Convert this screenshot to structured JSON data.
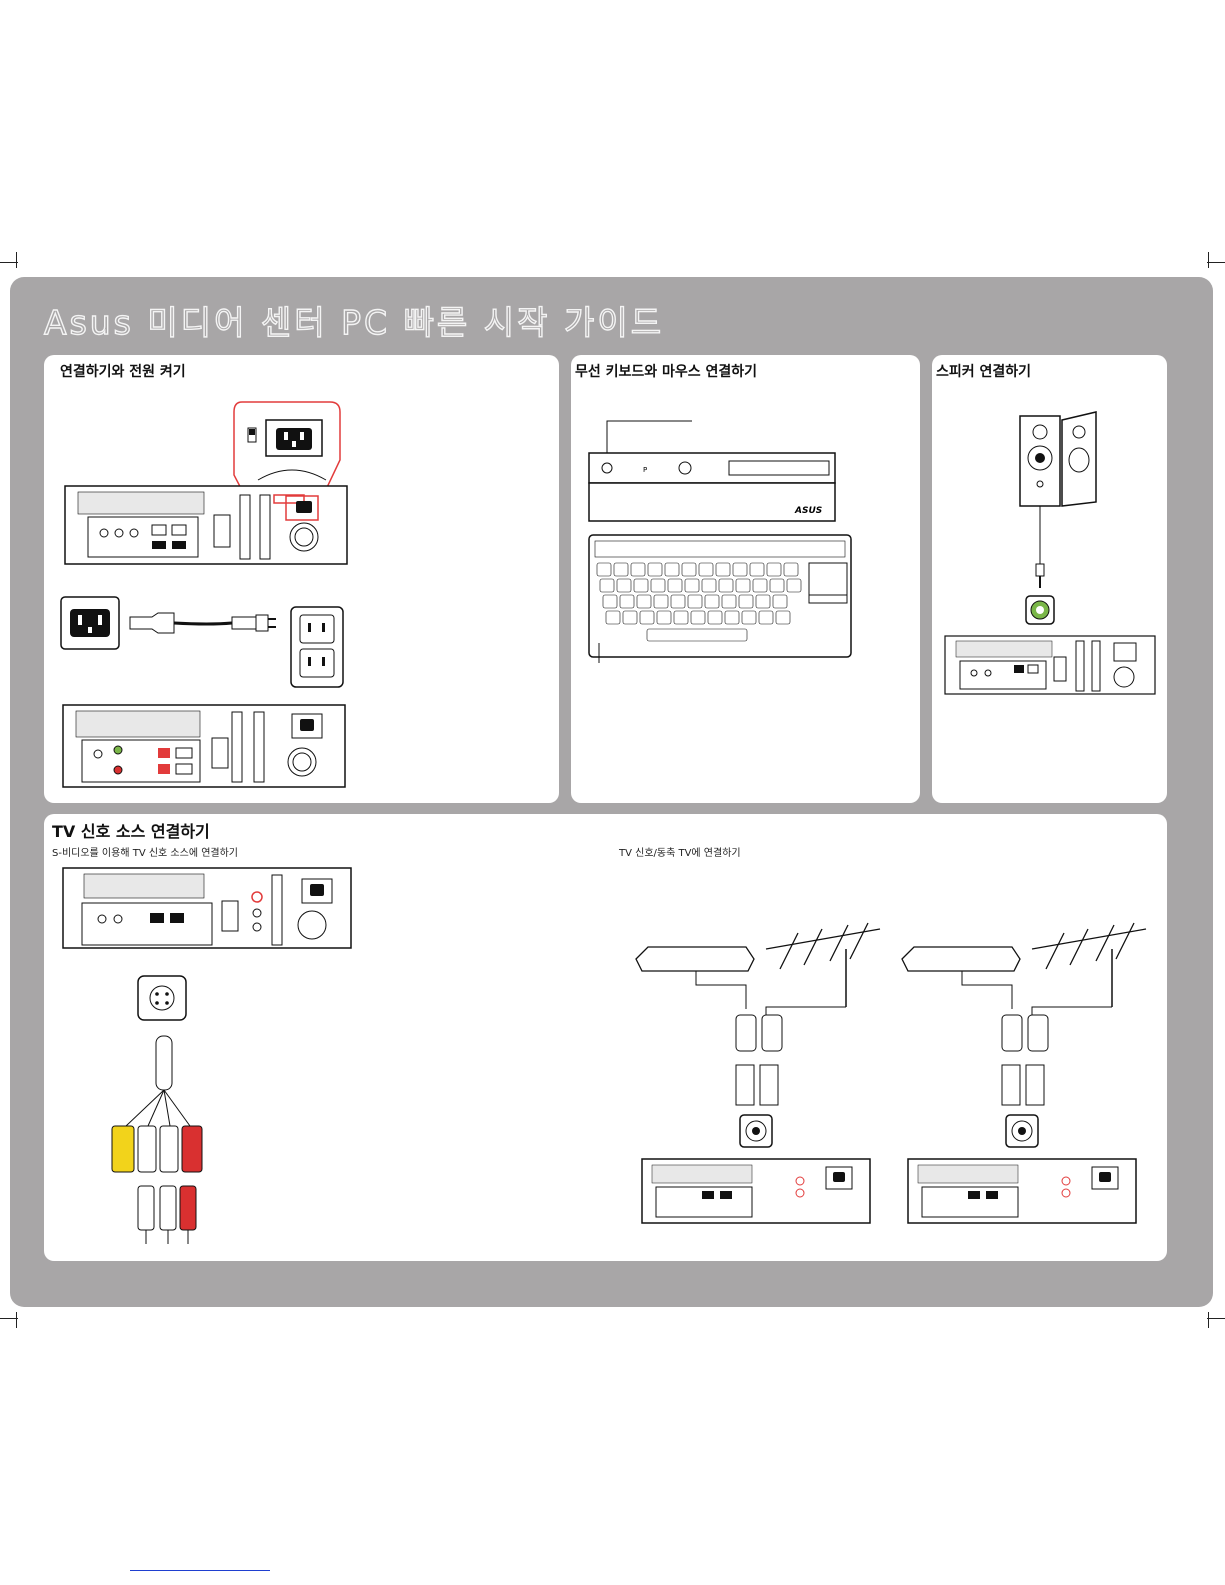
{
  "guide": {
    "title": "Asus 미디어 센터 PC 빠른 시작 가이드"
  },
  "panels": {
    "connect_power": {
      "title": "연결하기와 전원 켜기"
    },
    "wireless": {
      "title": "무선 키보드와 마우스 연결하기"
    },
    "speaker": {
      "title": "스피커 연결하기"
    },
    "tv": {
      "title": "TV 신호 소스 연결하기",
      "svideo_subtitle": "S-비디오를 이용해 TV 신호 소스에 연결하기",
      "coax_subtitle": "TV 신호/동축 TV에 연결하기"
    }
  },
  "brand": {
    "logo": "ASUS"
  },
  "colors": {
    "sheet": "#a8a6a7",
    "highlight": "#e23b3b",
    "jack_green": "#7ab648",
    "plug_yellow": "#f2d31b",
    "plug_red": "#d93030"
  }
}
